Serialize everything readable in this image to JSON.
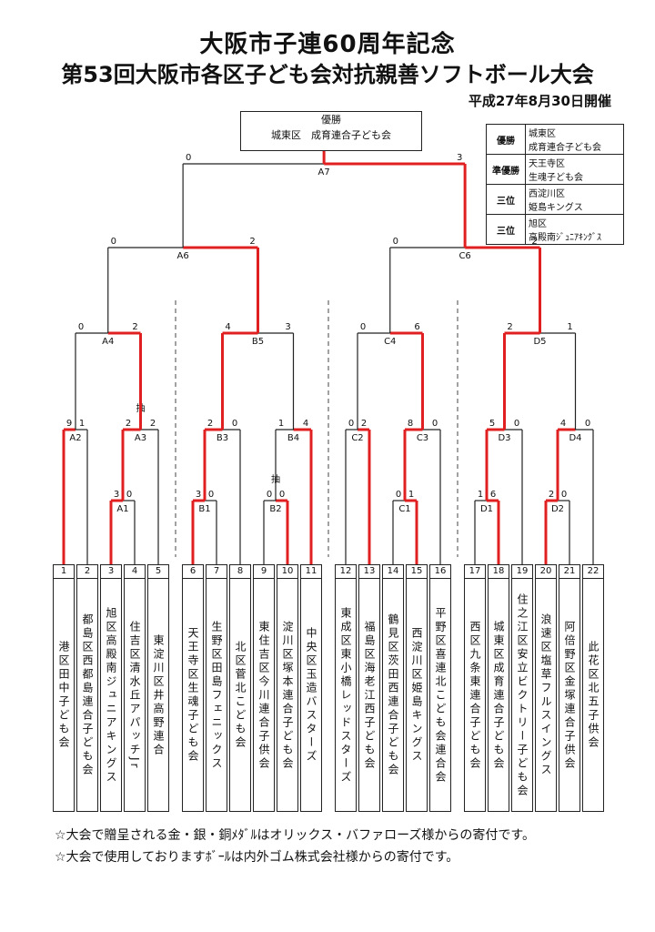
{
  "header": {
    "title1": "大阪市子連60周年記念",
    "title2": "第53回大阪市各区子ども会対抗親善ソフトボール大会",
    "date": "平成27年8月30日開催"
  },
  "champion_box": {
    "label": "優勝",
    "team": "城東区　成育連合子ども会"
  },
  "results": [
    {
      "label": "優勝",
      "line1": "城東区",
      "line2": "成育連合子ども会"
    },
    {
      "label": "準優勝",
      "line1": "天王寺区",
      "line2": "生魂子ども会"
    },
    {
      "label": "三位",
      "line1": "西淀川区",
      "line2": "姫島キングス"
    },
    {
      "label": "三位",
      "line1": "旭区",
      "line2": "高殿南ｼﾞｭﾆｱｷﾝｸﾞｽ"
    }
  ],
  "teams": [
    {
      "num": "1",
      "name": "港区田中子ども会"
    },
    {
      "num": "2",
      "name": "都島区西都島連合子ども会"
    },
    {
      "num": "3",
      "name": "旭区高殿南ジュニアキングス"
    },
    {
      "num": "4",
      "name": "住吉区清水丘アパッチJr"
    },
    {
      "num": "5",
      "name": "東淀川区井高野連合"
    },
    {
      "num": "6",
      "name": "天王寺区生魂子ども会"
    },
    {
      "num": "7",
      "name": "生野区田島フェニックス"
    },
    {
      "num": "8",
      "name": "北区菅北こども会"
    },
    {
      "num": "9",
      "name": "東住吉区今川連合子供会"
    },
    {
      "num": "10",
      "name": "淀川区塚本連合子ども会"
    },
    {
      "num": "11",
      "name": "中央区玉造バスターズ"
    },
    {
      "num": "12",
      "name": "東成区東小橋レッドスターズ"
    },
    {
      "num": "13",
      "name": "福島区海老江西子ども会"
    },
    {
      "num": "14",
      "name": "鶴見区茨田西連合子ども会"
    },
    {
      "num": "15",
      "name": "西淀川区姫島キングス"
    },
    {
      "num": "16",
      "name": "平野区喜連北こども会連合会"
    },
    {
      "num": "17",
      "name": "西区九条東連合子ども会"
    },
    {
      "num": "18",
      "name": "城東区成育連合子ども会"
    },
    {
      "num": "19",
      "name": "住之江区安立ビクトリー子ども会"
    },
    {
      "num": "20",
      "name": "浪速区塩草フルスイングス"
    },
    {
      "num": "21",
      "name": "阿倍野区金塚連合子供会"
    },
    {
      "num": "22",
      "name": "此花区北五子供会"
    }
  ],
  "bracket": {
    "games": [
      {
        "id": "A1",
        "left": "3",
        "right": "0",
        "lots": ""
      },
      {
        "id": "A2",
        "left": "9",
        "right": "1",
        "lots": ""
      },
      {
        "id": "A3",
        "left": "2",
        "right": "2",
        "lots": "抽"
      },
      {
        "id": "A4",
        "left": "0",
        "right": "2",
        "lots": ""
      },
      {
        "id": "B1",
        "left": "3",
        "right": "0",
        "lots": ""
      },
      {
        "id": "B2",
        "left": "0",
        "right": "0",
        "lots": "抽"
      },
      {
        "id": "B3",
        "left": "2",
        "right": "0",
        "lots": ""
      },
      {
        "id": "B4",
        "left": "1",
        "right": "4",
        "lots": ""
      },
      {
        "id": "B5",
        "left": "4",
        "right": "3",
        "lots": ""
      },
      {
        "id": "C1",
        "left": "0",
        "right": "1",
        "lots": ""
      },
      {
        "id": "C2",
        "left": "0",
        "right": "2",
        "lots": ""
      },
      {
        "id": "C3",
        "left": "8",
        "right": "0",
        "lots": ""
      },
      {
        "id": "C4",
        "left": "0",
        "right": "6",
        "lots": ""
      },
      {
        "id": "D1",
        "left": "1",
        "right": "6",
        "lots": ""
      },
      {
        "id": "D2",
        "left": "2",
        "right": "0",
        "lots": ""
      },
      {
        "id": "D3",
        "left": "5",
        "right": "0",
        "lots": ""
      },
      {
        "id": "D4",
        "left": "4",
        "right": "0",
        "lots": ""
      },
      {
        "id": "D5",
        "left": "2",
        "right": "1",
        "lots": ""
      },
      {
        "id": "A6",
        "left": "0",
        "right": "2",
        "lots": ""
      },
      {
        "id": "C6",
        "left": "0",
        "right": "2",
        "lots": ""
      },
      {
        "id": "A7",
        "left": "0",
        "right": "3",
        "lots": ""
      }
    ]
  },
  "notes": [
    "☆大会で贈呈される金・銀・銅ﾒﾀﾞﾙはオリックス・バファローズ様からの寄付です。",
    "☆大会で使用しておりますﾎﾞｰﾙは内外ゴム株式会社様からの寄付です。"
  ],
  "colors": {
    "winner_line": "#e02020",
    "line": "#222222"
  }
}
